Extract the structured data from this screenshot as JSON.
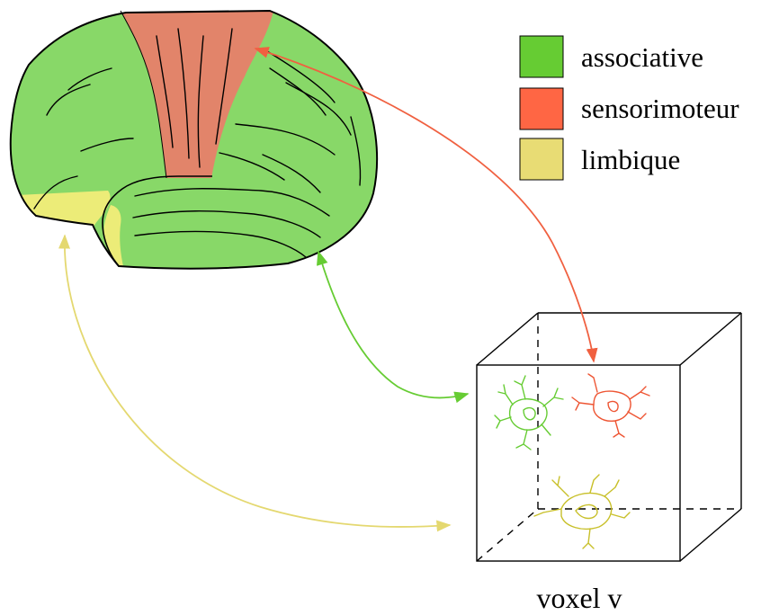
{
  "legend": {
    "items": [
      {
        "label": "associative",
        "color": "#66cc33"
      },
      {
        "label": "sensorimoteur",
        "color": "#ff6644"
      },
      {
        "label": "limbique",
        "color": "#e8dc74"
      }
    ]
  },
  "voxel": {
    "label": "voxel v"
  },
  "regions": {
    "associative_color": "#88d868",
    "sensorimotor_color": "#e2846a",
    "limbic_color": "#ecec78"
  },
  "connections": {
    "associative_color": "#66cc33",
    "sensorimotor_color": "#f06040",
    "limbic_color": "#e4d870"
  },
  "neurons": {
    "associative_color": "#66cc33",
    "sensorimotor_color": "#ee5533",
    "limbic_color": "#c8c02a"
  },
  "icons": [
    "brain-map",
    "neuron-icon",
    "voxel-cube"
  ]
}
